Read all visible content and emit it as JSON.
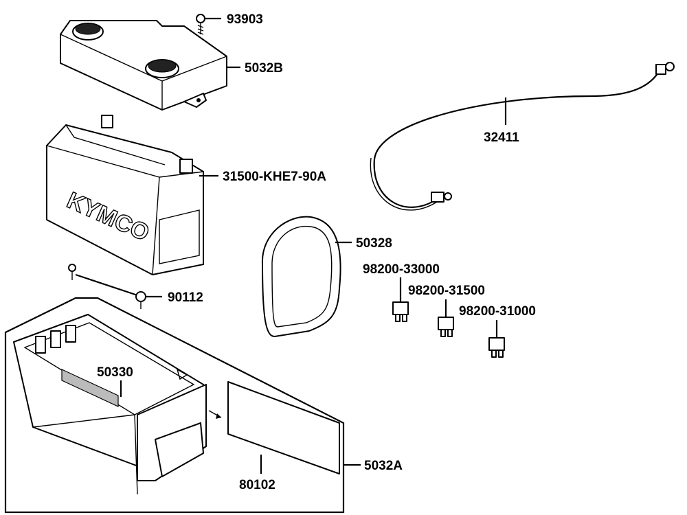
{
  "diagram": {
    "background_color": "#ffffff",
    "line_color": "#000000",
    "battery_brand_text": "KYMCO",
    "callouts": {
      "screw_93903": "93903",
      "cover_5032B": "5032B",
      "battery": "31500-KHE7-90A",
      "cable_32411": "32411",
      "band_50328": "50328",
      "bolt_90112": "90112",
      "fuse_33000": "98200-33000",
      "fuse_31500": "98200-31500",
      "fuse_31000": "98200-31000",
      "pad_50330": "50330",
      "tray_5032A": "5032A",
      "sheet_80102": "80102"
    }
  }
}
